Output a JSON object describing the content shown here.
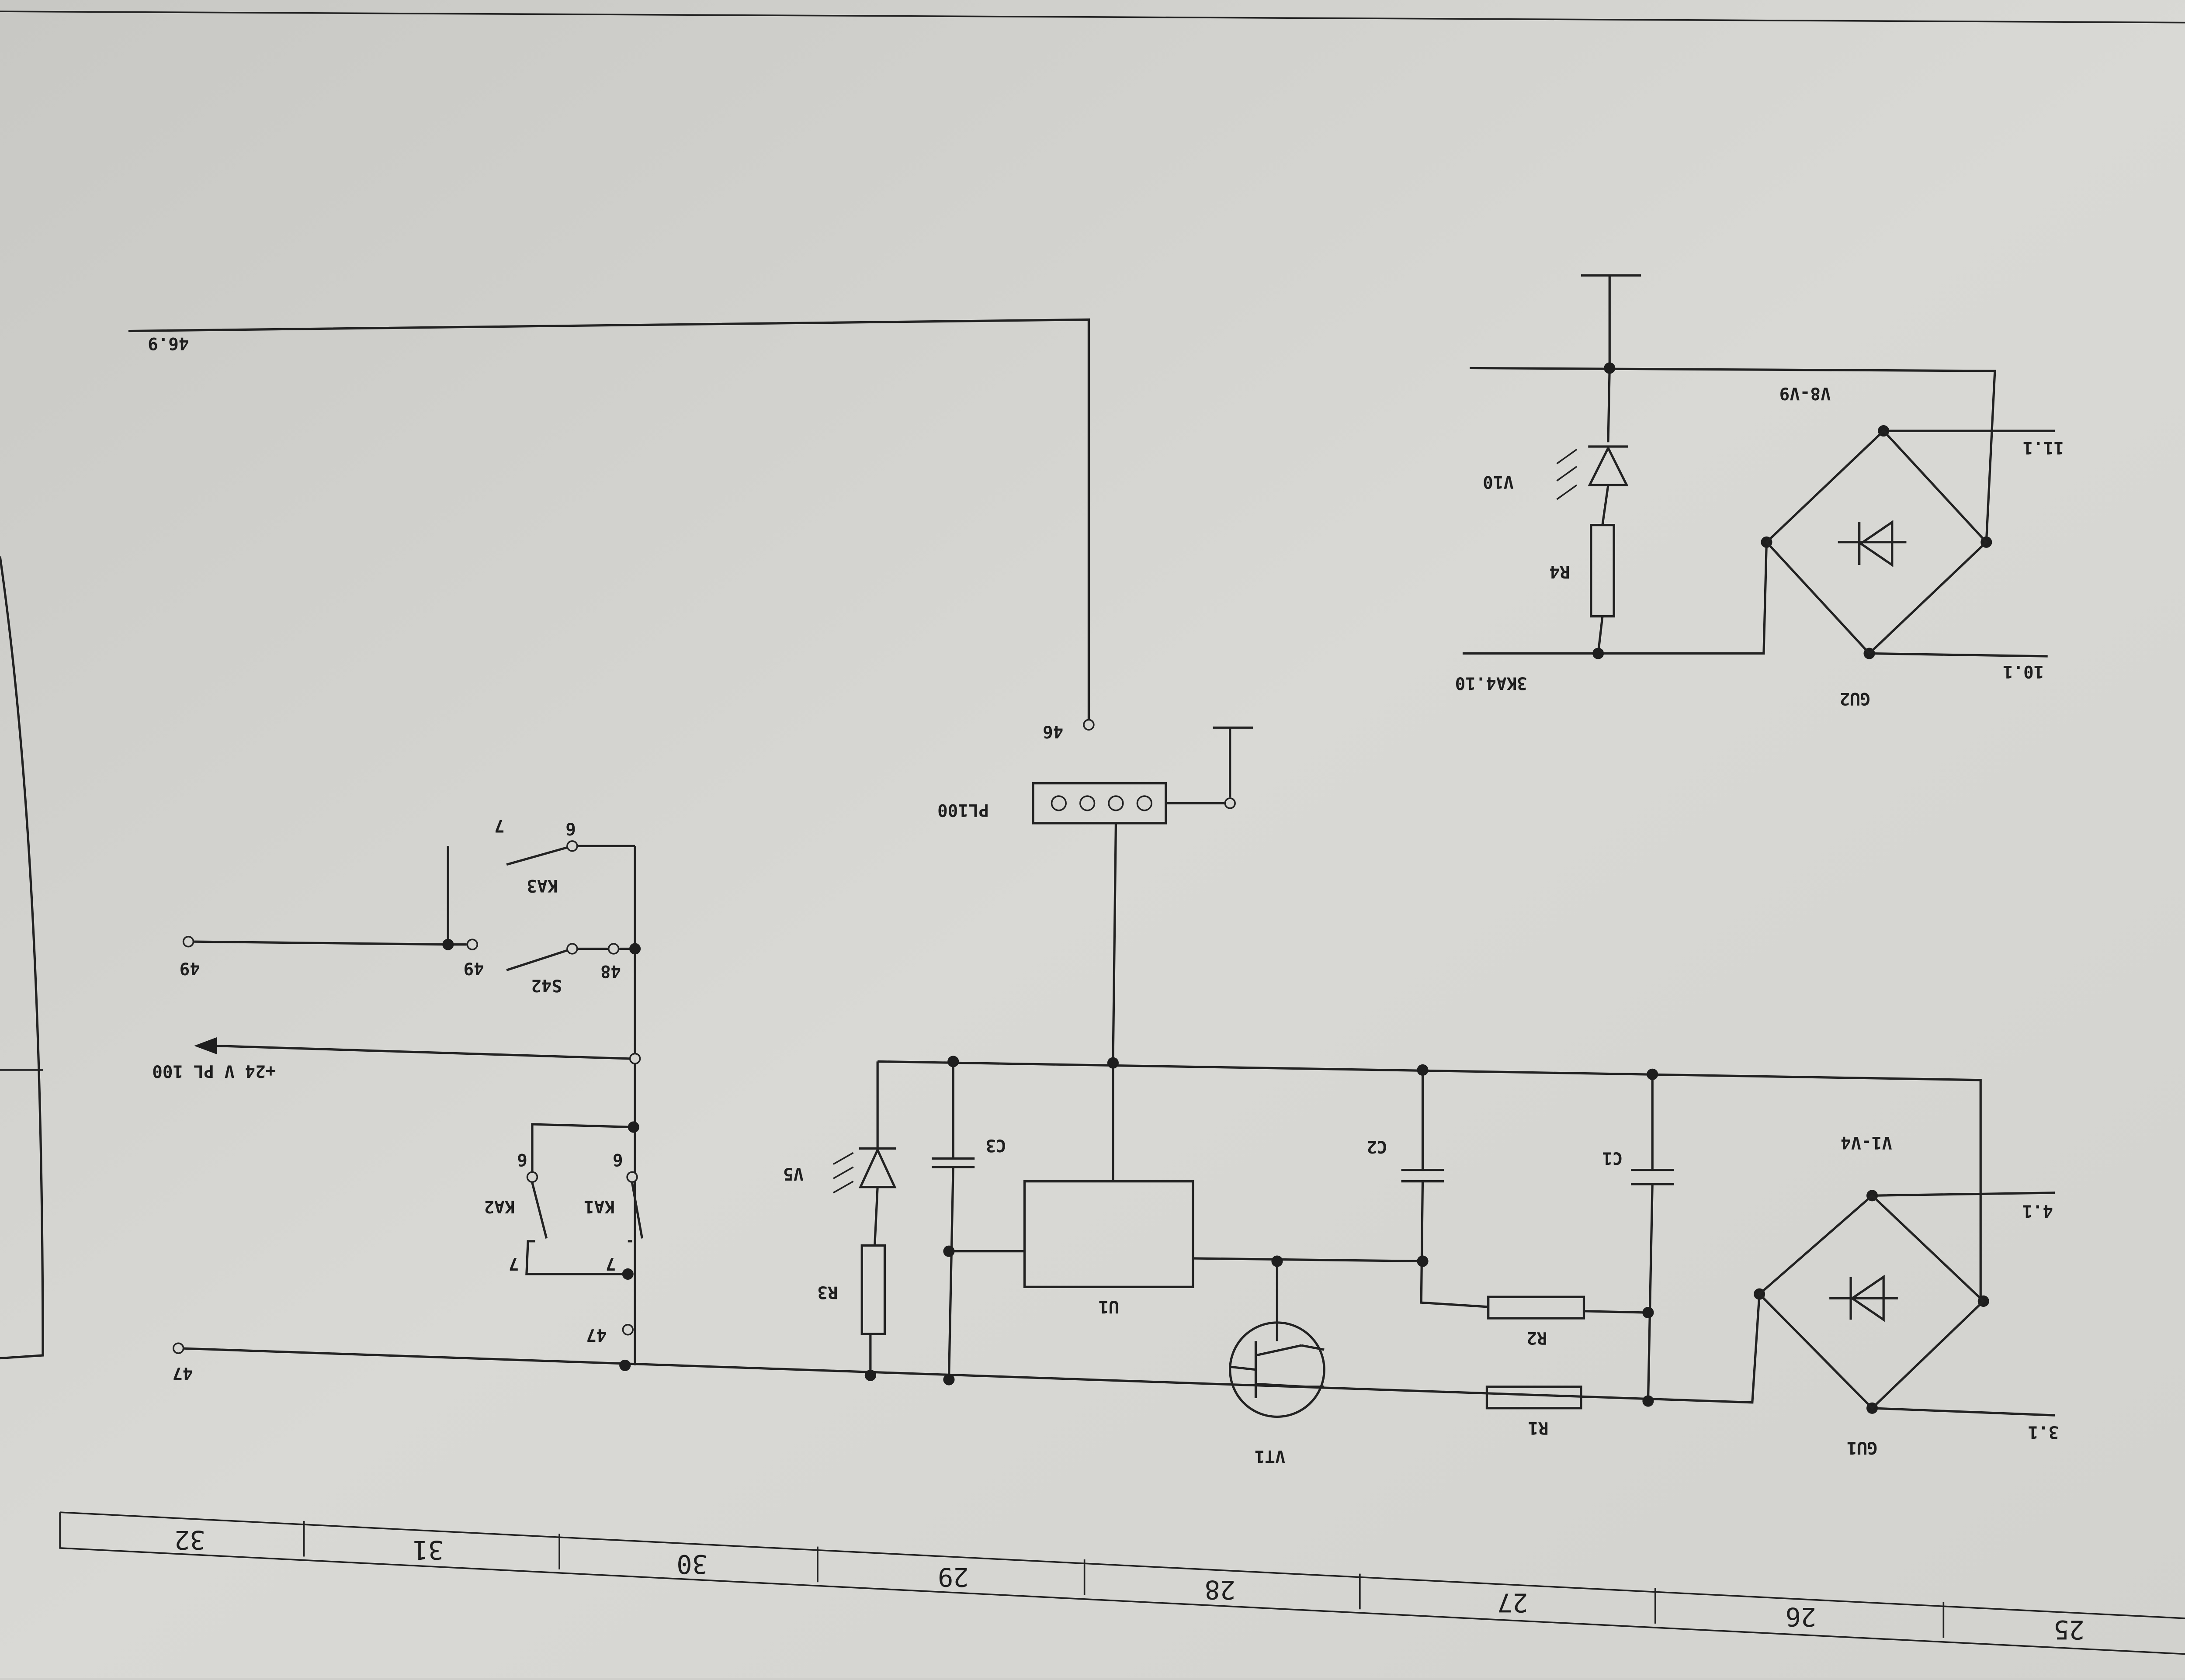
{
  "sheet": {
    "columns": [
      "32",
      "31",
      "30",
      "29",
      "28",
      "27",
      "26",
      "25"
    ]
  },
  "labels": {
    "net_46_9": "46.9",
    "pin_46": "46",
    "pl100": "PL100",
    "u1": "U1",
    "vt1": "VT1",
    "c1": "C1",
    "c2": "C2",
    "c3": "C3",
    "r1": "R1",
    "r2": "R2",
    "r3": "R3",
    "r4": "R4",
    "v5": "V5",
    "v10": "V10",
    "gu1": "GU1",
    "gu2": "GU2",
    "v1_v4": "V1-V4",
    "v8_v9": "V8-V9",
    "net_4_1": "4.1",
    "net_3_1": "3.1",
    "net_11_1": "11.1",
    "net_10_1": "10.1",
    "net_3ka4_10": "3KA4.10",
    "plus24": "+24 V PL 100",
    "s42": "S42",
    "s42_48": "48",
    "s42_49": "49",
    "net_49": "49",
    "ka3": "KA3",
    "ka3_6": "6",
    "ka3_7": "7",
    "ka1": "KA1",
    "ka1_6": "6",
    "ka1_7": "7",
    "ka2": "KA2",
    "ka2_6": "6",
    "ka2_7": "7",
    "pin_47": "47",
    "net_47": "47"
  }
}
